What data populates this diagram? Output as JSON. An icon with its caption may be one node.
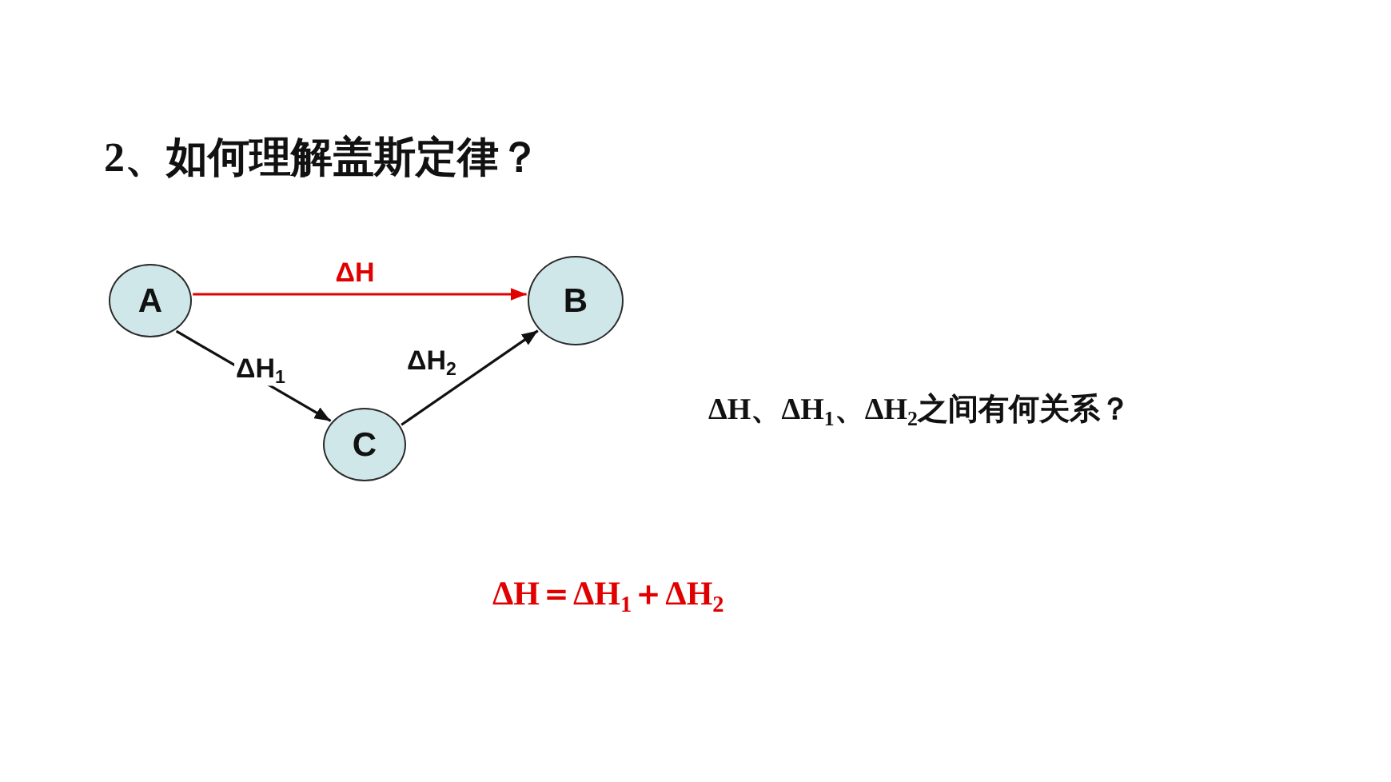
{
  "diagram": {
    "title": "2、如何理解盖斯定律？",
    "nodes": [
      {
        "text": [
          "A"
        ]
      },
      {
        "text": [
          "B"
        ]
      },
      {
        "text": [
          "C"
        ]
      }
    ],
    "edges": [
      {
        "from": 0,
        "to": 1,
        "arrow": "to",
        "label": "ΔH",
        "color": "#e00000"
      },
      {
        "from": 0,
        "to": 2,
        "arrow": "to",
        "label": "ΔH$_{1}$"
      },
      {
        "from": 2,
        "to": 1,
        "arrow": "to",
        "label": "ΔH$_{2}$"
      }
    ],
    "labels": [
      "ΔH、ΔH$_{1}$、ΔH$_{2}$之间有何关系？",
      "ΔH＝ΔH$_{1}$＋ΔH$_{2}$"
    ]
  }
}
